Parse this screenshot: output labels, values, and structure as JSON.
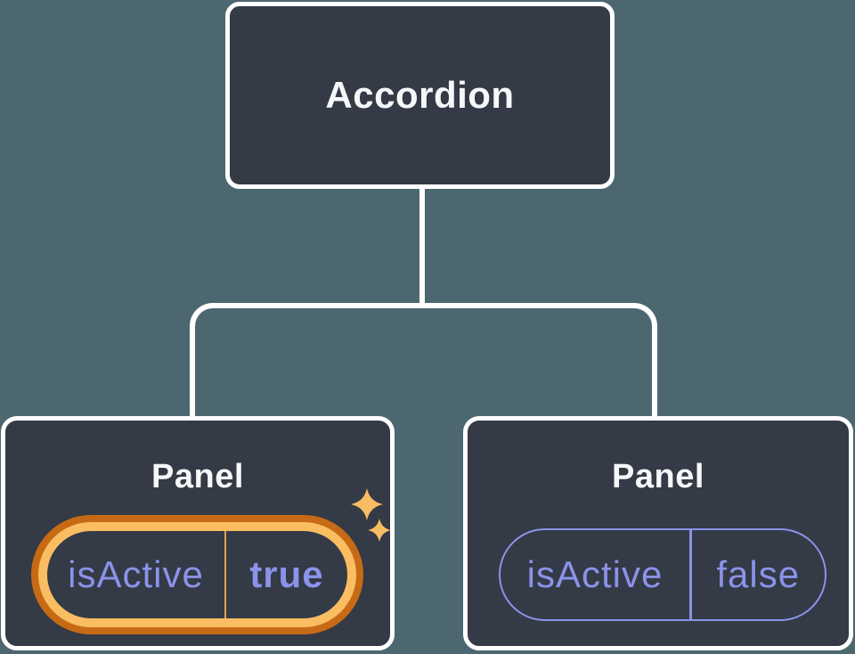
{
  "colors": {
    "background": "#4C6770",
    "node-fill": "#343A46",
    "node-border": "#FFFFFF",
    "connector": "#FFFFFF",
    "text-primary": "#F6F7F9",
    "state-purple": "#8A93E9",
    "highlight-orange-dark": "#C76A15",
    "highlight-orange-light": "#FABD62",
    "divider-orange": "#DAA355",
    "sparkle": "#F8BC62"
  },
  "tree": {
    "root": {
      "label": "Accordion"
    },
    "children": [
      {
        "label": "Panel",
        "highlighted": true,
        "state": {
          "key": "isActive",
          "value": "true"
        }
      },
      {
        "label": "Panel",
        "highlighted": false,
        "state": {
          "key": "isActive",
          "value": "false"
        }
      }
    ]
  }
}
